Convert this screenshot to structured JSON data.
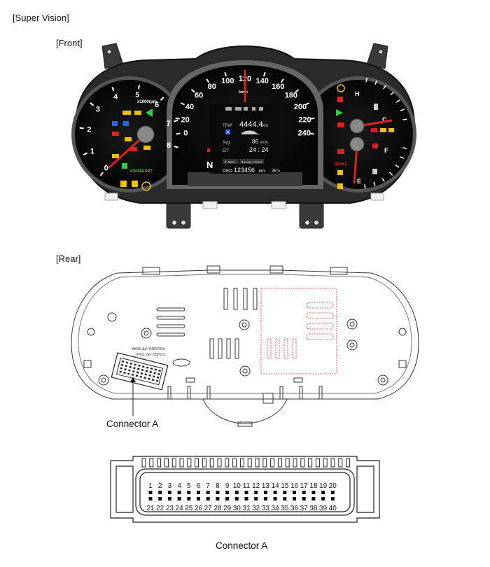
{
  "page_title": "[Super Vision]",
  "front_label": "[Front]",
  "rear_label": "[Rear]",
  "connector_callout": "Connector A",
  "connector_caption": "Connector A",
  "tach": {
    "numbers": [
      "0",
      "1",
      "2",
      "3",
      "4",
      "5",
      "6",
      "7",
      "8"
    ],
    "unit": "x1000rpm",
    "cruise": "CRUISE",
    "set": "SET"
  },
  "speedo": {
    "numbers": [
      "0",
      "20",
      "40",
      "60",
      "80",
      "100",
      "120",
      "140",
      "160",
      "180",
      "200",
      "220",
      "240"
    ],
    "unit": "km/h"
  },
  "lcd": {
    "trip_label": "TRIP",
    "trip_value": "4444.4",
    "trip_unit": "km",
    "trip_sub": "A",
    "avg_label": "Avg.",
    "avg_value": "86",
    "avg_unit": "km/h",
    "et_label": "E/T",
    "et_value": "24 : 24",
    "buttons": [
      "▼ Next",
      "▼Long : Reset"
    ],
    "gear": "N",
    "odo_label": "ODO",
    "odo_value": "123456",
    "odo_unit": "km",
    "temp": "25°c"
  },
  "gauges": {
    "temp_hot": "H",
    "temp_cold": "C",
    "fuel_full": "F",
    "fuel_empty": "E",
    "brake": "BRAKE"
  },
  "rear_housing_text": [
    "HOUSING -PP-TD40-",
    "COVER -PP-TD40-"
  ],
  "connector_pins_top": [
    "1",
    "2",
    "3",
    "4",
    "5",
    "6",
    "7",
    "8",
    "9",
    "10",
    "11",
    "12",
    "13",
    "14",
    "15",
    "16",
    "17",
    "18",
    "19",
    "20"
  ],
  "connector_pins_bottom": [
    "21",
    "22",
    "23",
    "24",
    "25",
    "26",
    "27",
    "28",
    "29",
    "30",
    "31",
    "32",
    "33",
    "34",
    "35",
    "36",
    "37",
    "38",
    "39",
    "40"
  ],
  "colors": {
    "needle": "#e0201a",
    "tach_green": "#30d040",
    "warn_red": "#e02020",
    "amber": "#f0c000"
  }
}
